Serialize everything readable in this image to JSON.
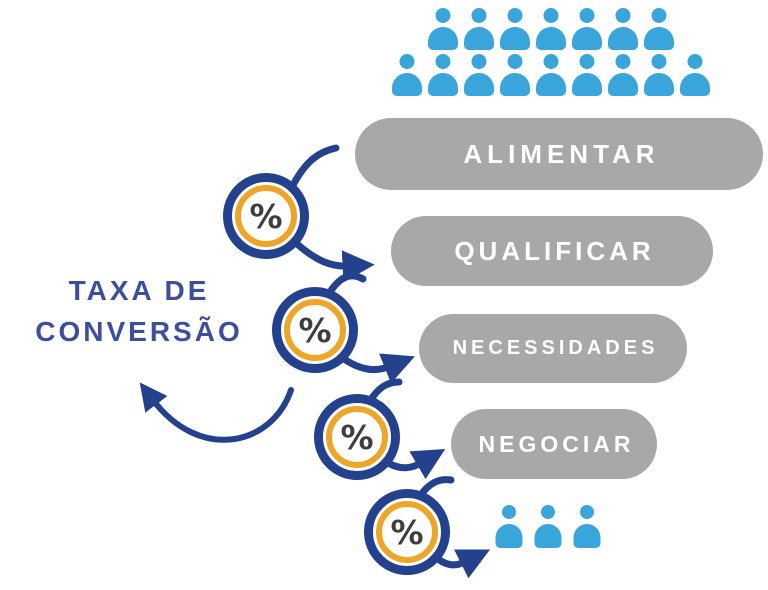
{
  "colors": {
    "background": "#ffffff",
    "people_blue": "#3aa5da",
    "pill_gray": "#a8a8a8",
    "pill_text": "#ffffff",
    "dark_blue": "#24418e",
    "ring_orange": "#efa528",
    "label_blue": "#3d4e9e",
    "percent_dark": "#3f3d3d"
  },
  "conversion_label": {
    "line1": "TAXA DE",
    "line2": "CONVERSÃO"
  },
  "funnel_stages": [
    {
      "label": "ALIMENTAR"
    },
    {
      "label": "QUALIFICAR"
    },
    {
      "label": "NECESSIDADES"
    },
    {
      "label": "NEGOCIAR"
    }
  ],
  "percent_symbol": "%",
  "crowd": {
    "top_rows": [
      {
        "count": 7
      },
      {
        "count": 9
      }
    ],
    "bottom_count": 3
  }
}
